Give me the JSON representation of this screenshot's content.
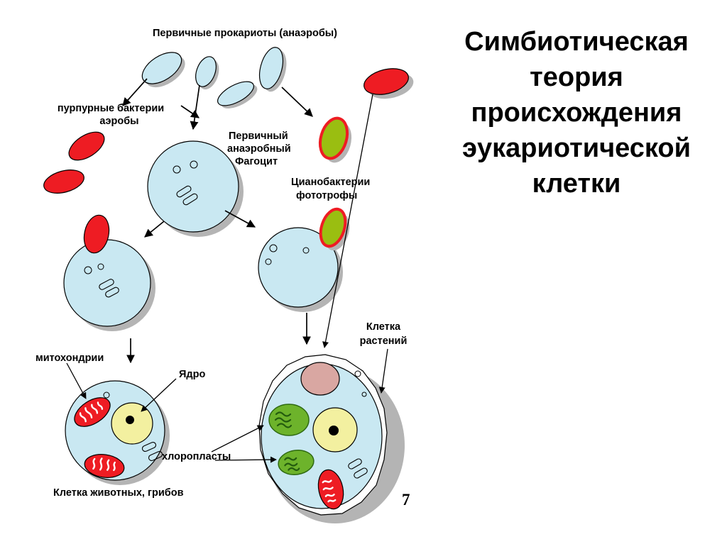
{
  "slide": {
    "title_lines": [
      "Симбиотическая",
      "теория",
      "происхождения",
      "эукариотической",
      "клетки"
    ],
    "page_number": "7"
  },
  "labels": {
    "primary_prokaryotes": "Первичные прокариоты (анаэробы)",
    "purple_bacteria_line1": "пурпурные бактерии",
    "purple_bacteria_line2": "аэробы",
    "phagocyte_line1": "Первичный",
    "phagocyte_line2": "анаэробный",
    "phagocyte_line3": "Фагоцит",
    "cyanobacteria_line1": "Цианобактерии",
    "cyanobacteria_line2": "фототрофы",
    "mitochondria": "митохондрии",
    "nucleus": "Ядро",
    "chloroplasts": "хлоропласты",
    "animal_fungal_cell": "Клетка животных, грибов",
    "plant_cell_line1": "Клетка",
    "plant_cell_line2": "растений"
  },
  "colors": {
    "cell_fill": "#c9e8f2",
    "bacteria_red": "#ee1c23",
    "cyanobacteria_green": "#9abe11",
    "chloroplast_green": "#6db32b",
    "nucleus_yellow": "#f3f0a0",
    "vacuole_pink": "#d9a7a2",
    "shadow_gray": "#b4b4b4",
    "wall_fill": "#fdfdfd",
    "outline_black": "#000000"
  }
}
